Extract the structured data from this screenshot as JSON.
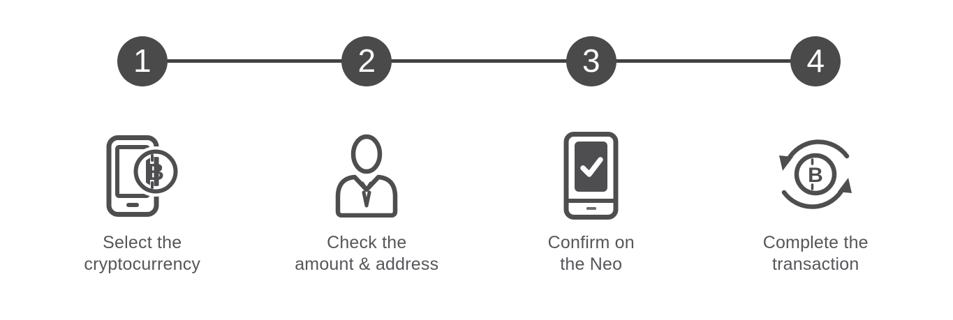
{
  "diagram": {
    "type": "process-steps",
    "colors": {
      "background": "#ffffff",
      "step_circle_fill": "#4a4a4b",
      "connector_line": "#414142",
      "icon_stroke": "#4e4e50",
      "label_text": "#55565a",
      "number_text": "#ffffff"
    },
    "bitcoin_symbol": "B",
    "steps": [
      {
        "number": "1",
        "icon": "phone-bitcoin-icon",
        "label": {
          "line1": "Select the",
          "line2": "cryptocurrency"
        }
      },
      {
        "number": "2",
        "icon": "person-icon",
        "label": {
          "line1": "Check the",
          "line2": "amount & address"
        }
      },
      {
        "number": "3",
        "icon": "device-checkmark-icon",
        "label": {
          "line1": "Confirm on",
          "line2": "the Neo"
        }
      },
      {
        "number": "4",
        "icon": "bitcoin-cycle-icon",
        "label": {
          "line1": "Complete the",
          "line2": "transaction"
        }
      }
    ]
  }
}
